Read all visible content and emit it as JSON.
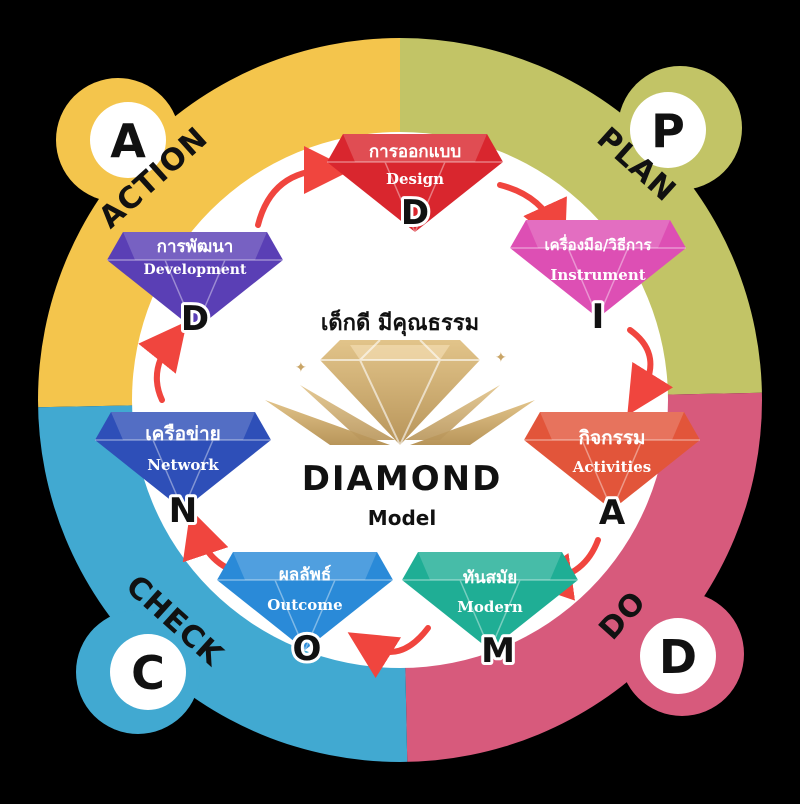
{
  "center": {
    "tagline": "เด็กดี มีคุณธรรม",
    "title": "DIAMOND",
    "subtitle": "Model"
  },
  "phases": [
    {
      "letter": "P",
      "word": "PLAN",
      "color": "#c2c466"
    },
    {
      "letter": "D",
      "word": "DO",
      "color": "#d75a7c"
    },
    {
      "letter": "C",
      "word": "CHECK",
      "color": "#41a9d1"
    },
    {
      "letter": "A",
      "word": "ACTION",
      "color": "#f4c54c"
    }
  ],
  "gems": [
    {
      "thai": "การออกแบบ",
      "english": "Design",
      "letter": "D",
      "color": "#d9262e"
    },
    {
      "thai": "เครื่องมือ/วิธีการ",
      "english": "Instrument",
      "letter": "I",
      "color": "#dd4fb4"
    },
    {
      "thai": "กิจกรรม",
      "english": "Activities",
      "letter": "A",
      "color": "#e2553a"
    },
    {
      "thai": "ทันสมัย",
      "english": "Modern",
      "letter": "M",
      "color": "#1fae95"
    },
    {
      "thai": "ผลลัพธ์",
      "english": "Outcome",
      "letter": "O",
      "color": "#2a8ad8"
    },
    {
      "thai": "เครือข่าย",
      "english": "Network",
      "letter": "N",
      "color": "#2e4fb8"
    },
    {
      "thai": "การพัฒนา",
      "english": "Development",
      "letter": "D",
      "color": "#5a3fb5"
    }
  ]
}
